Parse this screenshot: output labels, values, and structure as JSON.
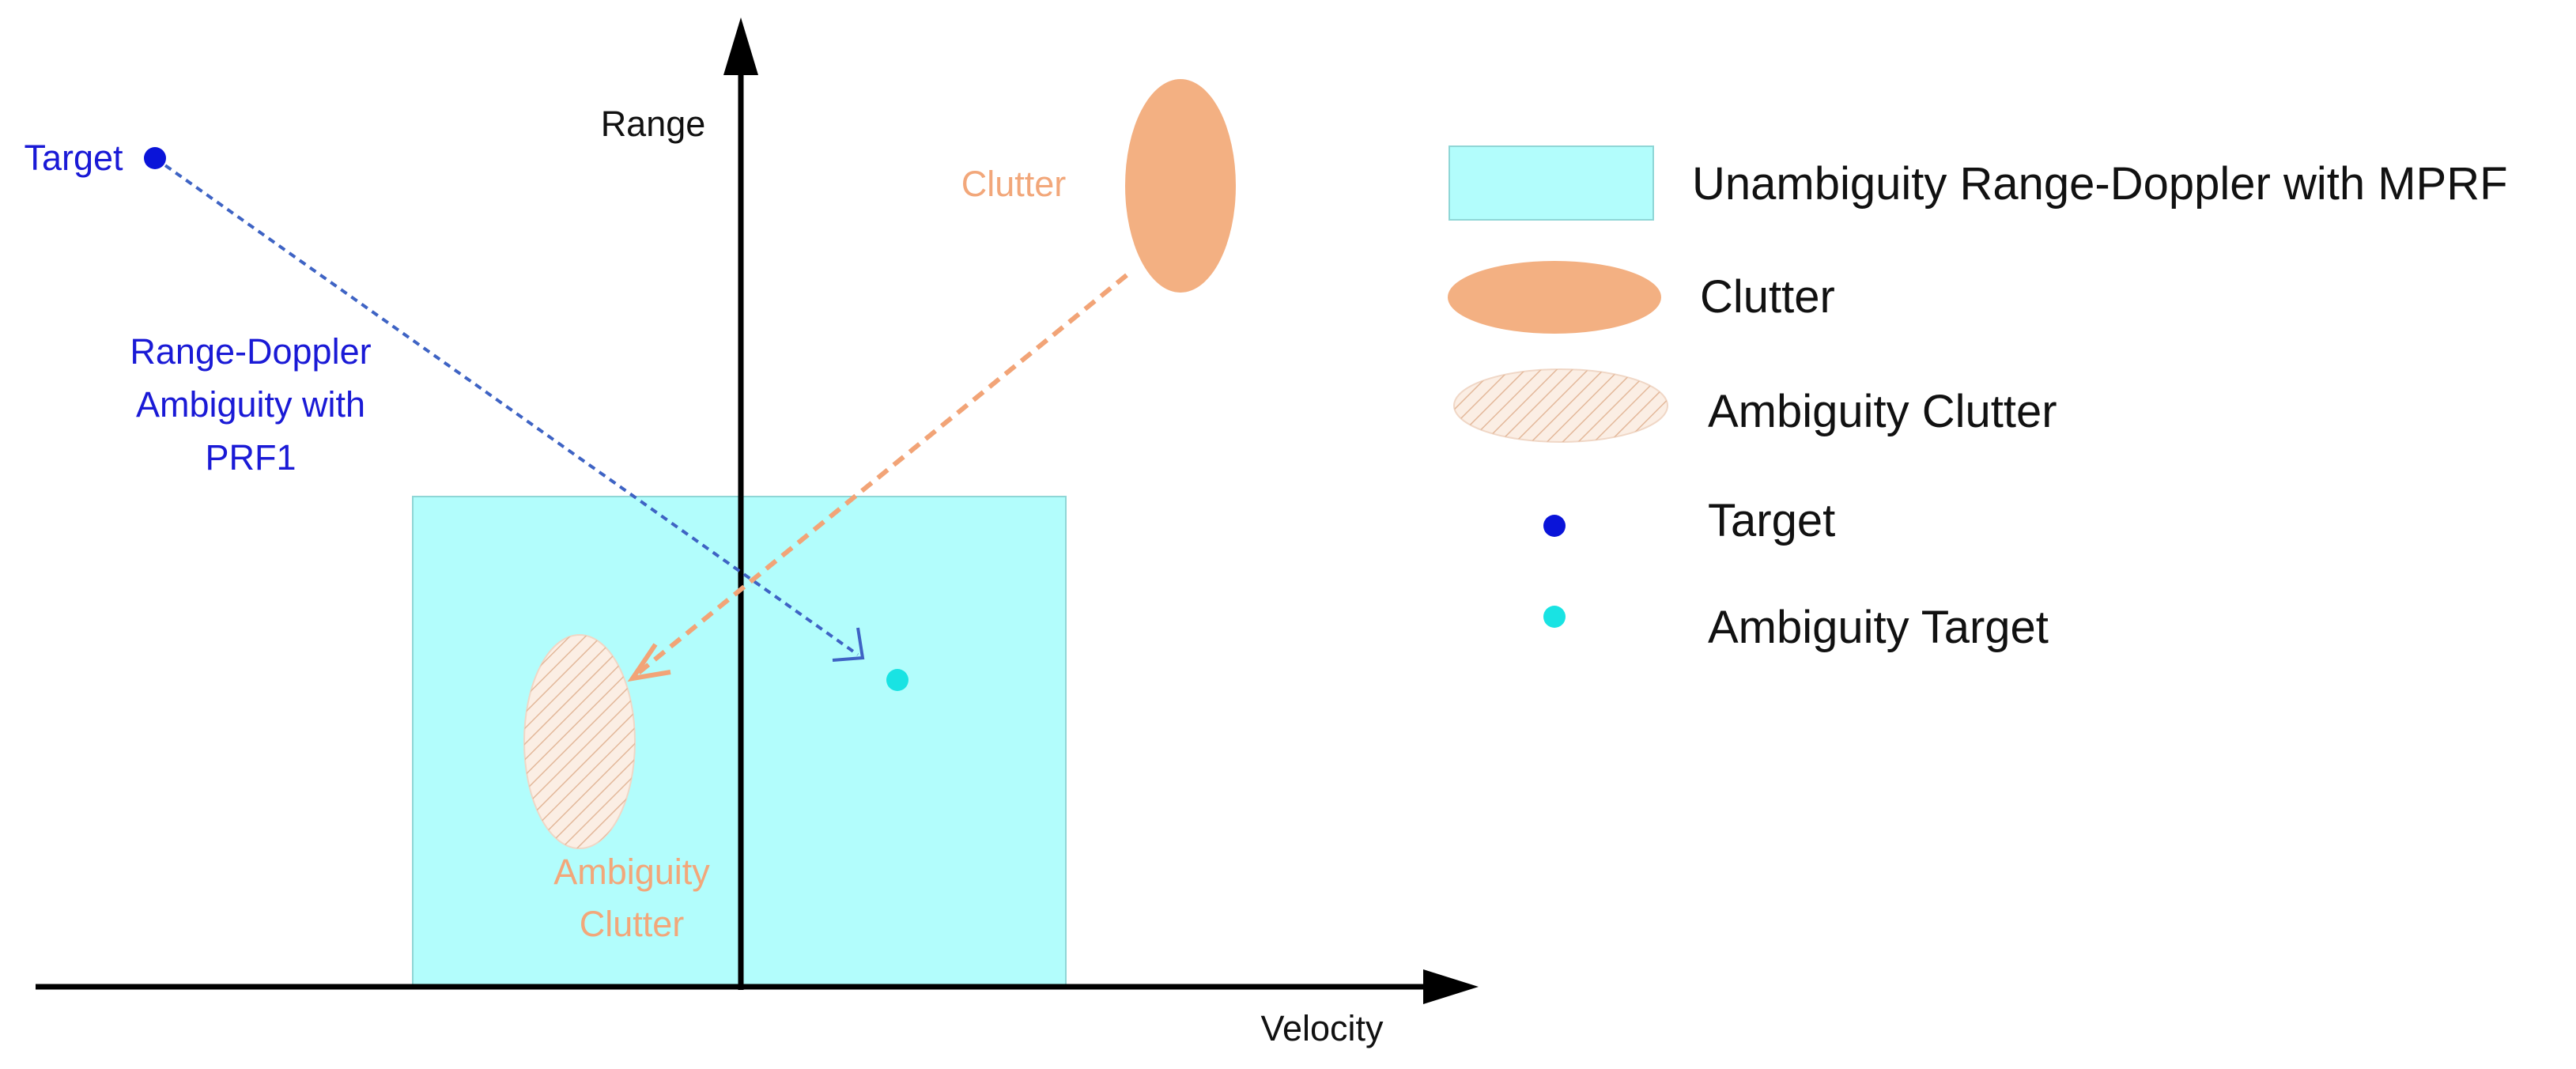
{
  "axes": {
    "y_label": "Range",
    "x_label": "Velocity"
  },
  "labels": {
    "target": "Target",
    "ambiguity_prf1": [
      "Range-Doppler",
      "Ambiguity with",
      "PRF1"
    ],
    "clutter": "Clutter",
    "ambiguity_clutter": [
      "Ambiguity",
      "Clutter"
    ]
  },
  "legend": {
    "items": [
      {
        "key": "unambiguity_region",
        "label": "Unambiguity Range-Doppler with MPRF"
      },
      {
        "key": "clutter",
        "label": "Clutter"
      },
      {
        "key": "ambiguity_clutter",
        "label": "Ambiguity Clutter"
      },
      {
        "key": "target",
        "label": "Target"
      },
      {
        "key": "ambiguity_target",
        "label": "Ambiguity Target"
      }
    ]
  },
  "colors": {
    "region_fill": "#b2fdfc",
    "region_stroke": "#8fd6d6",
    "clutter_fill": "#f3b082",
    "clutter_text": "#f2a77a",
    "ambiguity_clutter_fill": "#fbeee4",
    "hatch": "#e3b89a",
    "target": "#0a14d9",
    "target_text": "#1a1ad6",
    "ambiguity_target": "#19e3e3",
    "target_arrow": "#3e63c4",
    "clutter_arrow": "#f2a477",
    "axis": "#000000"
  }
}
